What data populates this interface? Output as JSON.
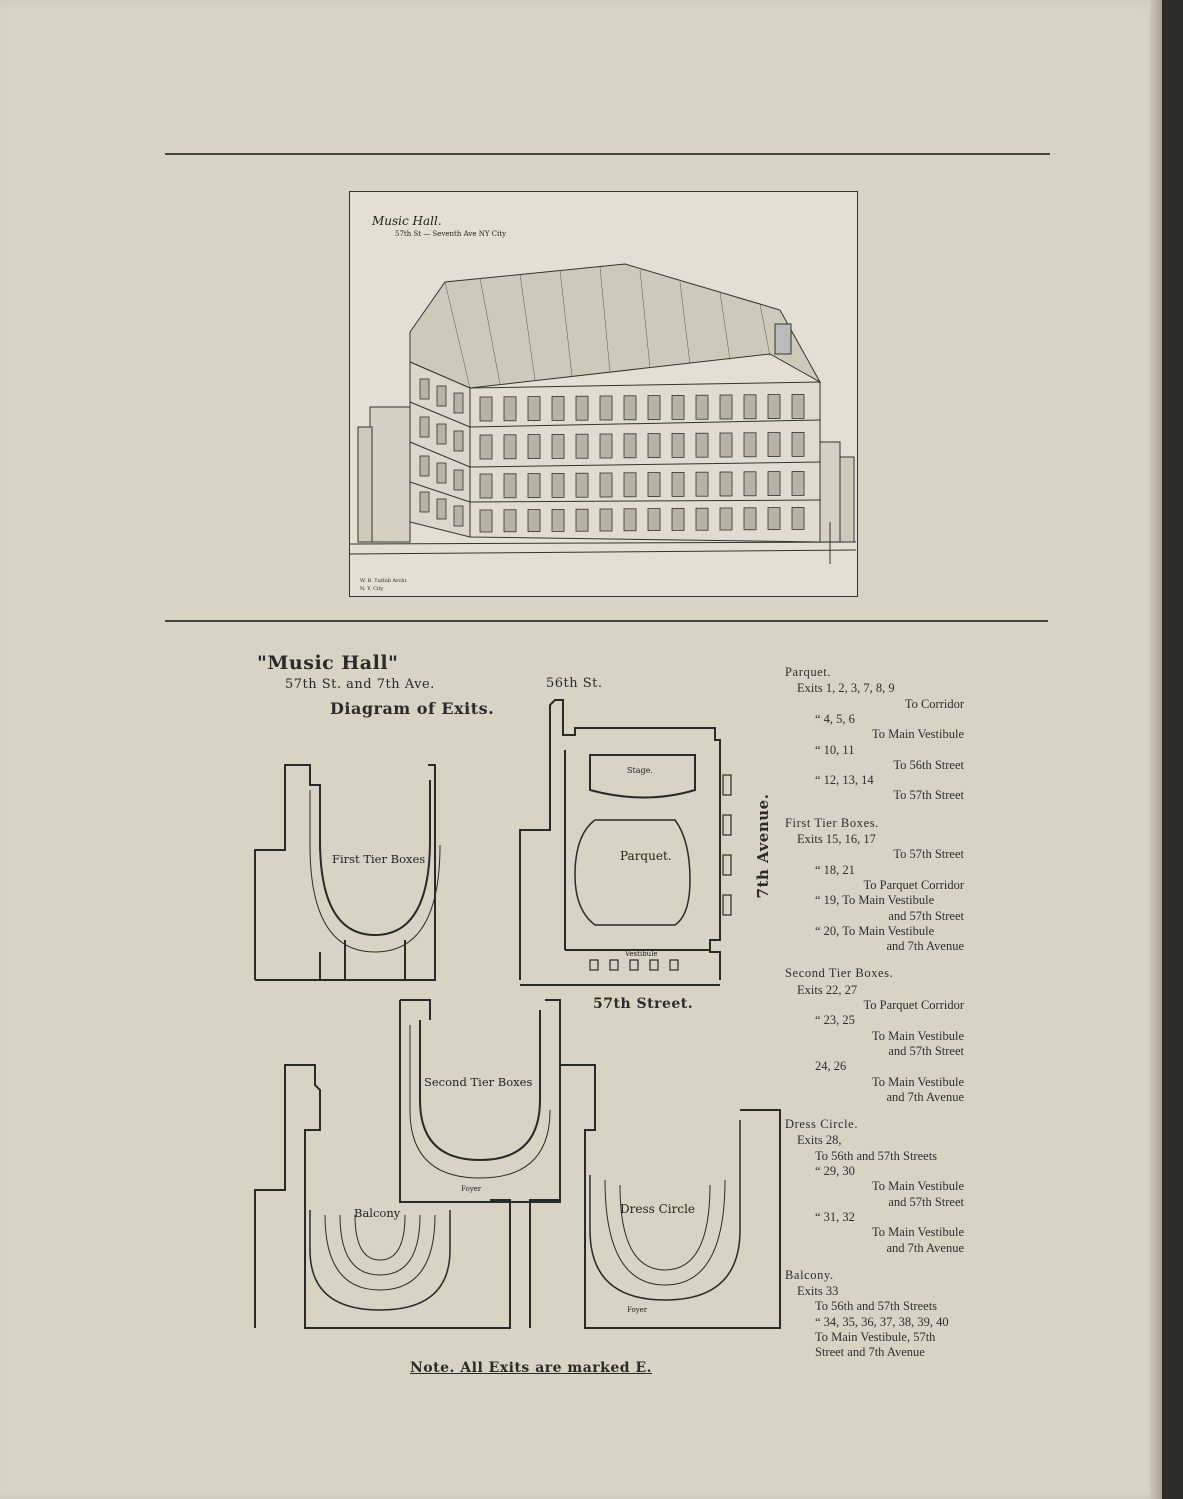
{
  "illustration": {
    "title": "Music Hall.",
    "subtitle": "57th St — Seventh Ave NY City",
    "credit_line1": "W. B. Tuthill Archt",
    "credit_line2": "N. Y. City"
  },
  "diagram": {
    "title": "\"Music Hall\"",
    "address": "57th St. and 7th Ave.",
    "heading": "Diagram of Exits.",
    "street_top": "56th St.",
    "street_bottom": "57th Street.",
    "avenue": "7th Avenue.",
    "note": "Note. All Exits are marked E."
  },
  "plans": {
    "first_tier": "First Tier Boxes",
    "parquet": "Parquet.",
    "stage": "Stage.",
    "vestibule": "Vestibule",
    "second_tier": "Second Tier Boxes",
    "balcony": "Balcony",
    "dress_circle": "Dress Circle",
    "foyer": "Foyer"
  },
  "legend": {
    "sections": [
      {
        "title": "Parquet.",
        "lines": [
          {
            "text": "Exits 1, 2, 3, 7, 8, 9",
            "indent": 1
          },
          {
            "text": "To Corridor",
            "indent": 3
          },
          {
            "text": "“  4, 5, 6",
            "indent": 2
          },
          {
            "text": "To Main Vestibule",
            "indent": 3
          },
          {
            "text": "“  10, 11",
            "indent": 2
          },
          {
            "text": "To 56th Street",
            "indent": 3
          },
          {
            "text": "“  12, 13, 14",
            "indent": 2
          },
          {
            "text": "To 57th Street",
            "indent": 3
          }
        ]
      },
      {
        "title": "First Tier Boxes.",
        "lines": [
          {
            "text": "Exits 15, 16, 17",
            "indent": 1
          },
          {
            "text": "To 57th Street",
            "indent": 3
          },
          {
            "text": "“  18, 21",
            "indent": 2
          },
          {
            "text": "To Parquet Corridor",
            "indent": 3
          },
          {
            "text": "“  19, To Main Vestibule",
            "indent": 2
          },
          {
            "text": "and 57th Street",
            "indent": 3
          },
          {
            "text": "“  20, To Main Vestibule",
            "indent": 2
          },
          {
            "text": "and 7th Avenue",
            "indent": 3
          }
        ]
      },
      {
        "title": "Second Tier Boxes.",
        "lines": [
          {
            "text": "Exits 22, 27",
            "indent": 1
          },
          {
            "text": "To Parquet Corridor",
            "indent": 3
          },
          {
            "text": "“  23, 25",
            "indent": 2
          },
          {
            "text": "To Main Vestibule",
            "indent": 3
          },
          {
            "text": "and 57th Street",
            "indent": 3
          },
          {
            "text": "24, 26",
            "indent": 2
          },
          {
            "text": "To Main Vestibule",
            "indent": 3
          },
          {
            "text": "and 7th Avenue",
            "indent": 3
          }
        ]
      },
      {
        "title": "Dress Circle.",
        "lines": [
          {
            "text": "Exits 28,",
            "indent": 1
          },
          {
            "text": "To 56th and 57th Streets",
            "indent": 2
          },
          {
            "text": "“  29, 30",
            "indent": 2
          },
          {
            "text": "To Main Vestibule",
            "indent": 3
          },
          {
            "text": "and 57th Street",
            "indent": 3
          },
          {
            "text": "“  31, 32",
            "indent": 2
          },
          {
            "text": "To Main Vestibule",
            "indent": 3
          },
          {
            "text": "and 7th Avenue",
            "indent": 3
          }
        ]
      },
      {
        "title": "Balcony.",
        "lines": [
          {
            "text": "Exits 33",
            "indent": 1
          },
          {
            "text": "To 56th and 57th Streets",
            "indent": 2
          },
          {
            "text": "“  34, 35, 36, 37, 38, 39, 40",
            "indent": 2
          },
          {
            "text": "To Main Vestibule, 57th",
            "indent": 2
          },
          {
            "text": "Street and 7th Avenue",
            "indent": 2
          }
        ]
      }
    ]
  }
}
